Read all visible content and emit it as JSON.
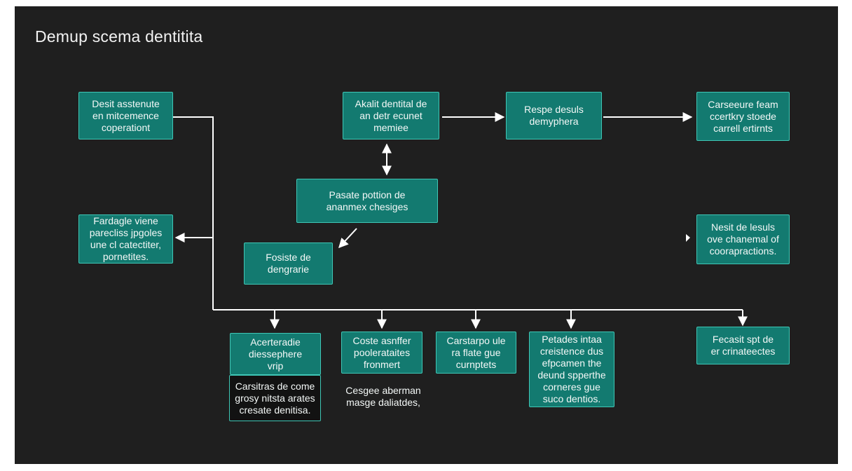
{
  "diagram": {
    "title": "Demup scema dentitita",
    "nodes": {
      "n1": "Desit asstenute\nen mitcemence\ncoperationt",
      "n2": "Akalit dentital de\nan detr ecunet\nmemiee",
      "n3": "Respe desuls\ndemyphera",
      "n4": "Carseeure feam\nccertkry stoede\ncarrell ertirnts",
      "n5": "Pasate pottion de\nananmex chesiges",
      "n6": "Fardagle viene\nparecliss jpgoles\nune cl catectiter,\npornetites.",
      "n7": "Fosiste de\ndengrarie",
      "n8": "Nesit de lesuls\nove chanemal of\ncoorapractions.",
      "n9": "Acerteradie\ndiessephere\nvrip",
      "n10": "Coste asnffer\npoolerataites\nfronmert",
      "n11": "Carstarpo ule\nra flate gue\ncurnptets",
      "n12": "Petades intaa\ncreistence dus\nefpcamen the\ndeund spperthe\ncorneres gue\nsuco dentios.",
      "n13": "Fecasit spt de\ner crinateectes"
    },
    "notes": {
      "note1": "Carsitras de come\ngrosy nitsta arates\ncresate denitisa.",
      "note2": "Cesgee aberman\nmasge daliatdes,"
    },
    "colors": {
      "canvas": "#1f1f1f",
      "node_fill": "#137a70",
      "node_border": "#3fc7b6",
      "text": "#f4f8f7",
      "edge": "#ffffff"
    }
  }
}
